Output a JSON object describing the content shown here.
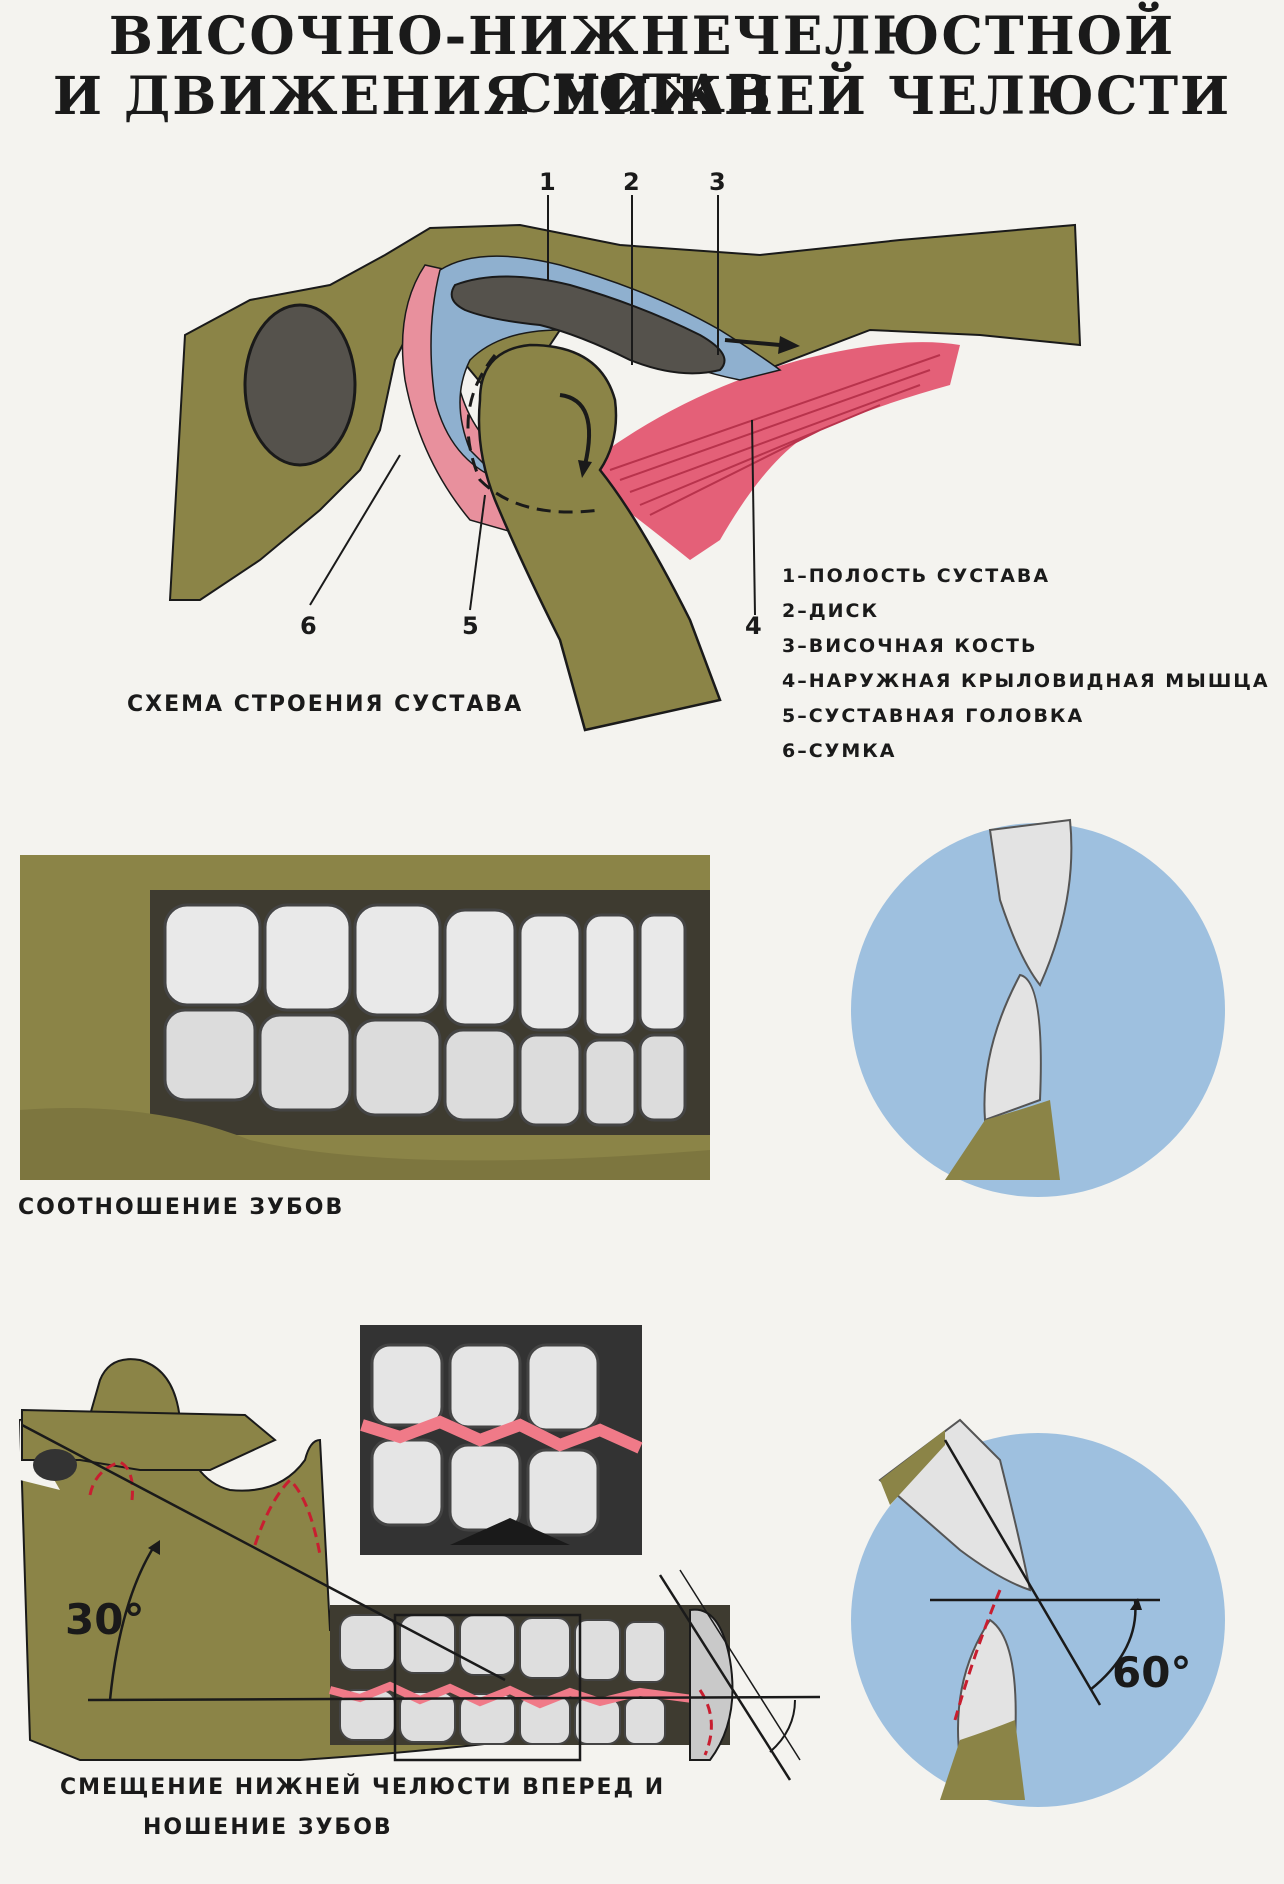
{
  "title": {
    "line1": "ВИСОЧНО-НИЖНЕЧЕЛЮСТНОЙ СУСТАВ",
    "line2": "И ДВИЖЕНИЯ НИЖНЕЙ ЧЕЛЮСТИ"
  },
  "diagram": {
    "numbers": [
      "1",
      "2",
      "3",
      "4",
      "5",
      "6"
    ],
    "caption": "СХЕМА СТРОЕНИЯ СУСТАВА"
  },
  "legend": [
    "1–ПОЛОСТЬ СУСТАВА",
    "2–ДИСК",
    "3–ВИСОЧНАЯ КОСТЬ",
    "4–НАРУЖНАЯ КРЫЛОВИДНАЯ МЫШЦА",
    "5–СУСТАВНАЯ ГОЛОВКА",
    "6–СУМКА"
  ],
  "teeth_section": {
    "caption": "СООТНОШЕНИЕ ЗУБОВ"
  },
  "shift_section": {
    "caption_line1": "СМЕЩЕНИЕ НИЖНЕЙ ЧЕЛЮСТИ ВПЕРЕД И",
    "caption_line2": "НОШЕНИЕ ЗУБОВ",
    "angle_left": "30°",
    "angle_right": "60°"
  },
  "colors": {
    "bone": "#8b8447",
    "bone_dark": "#5f5a30",
    "cavity": "#8fb0cf",
    "disc": "#55524c",
    "muscle": "#e2506a",
    "capsule": "#e8909d",
    "circle_bg": "#9ec0df",
    "occlusion": "#f07a88"
  }
}
